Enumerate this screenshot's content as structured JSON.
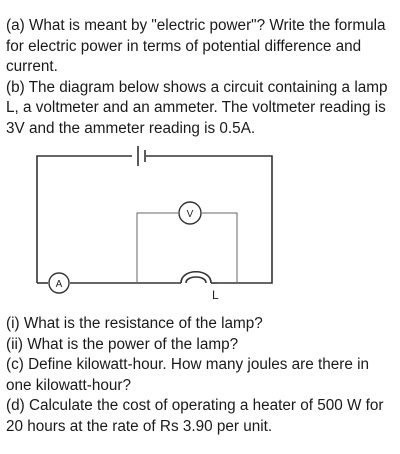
{
  "question": {
    "part_a": "(a) What is meant by \"electric power\"? Write the formula for electric power in terms of potential difference and current.",
    "part_b": "(b) The diagram below shows a circuit containing a lamp L, a voltmeter and an ammeter. The voltmeter reading is 3V and the ammeter reading is 0.5A.",
    "part_i": "(i) What is the resistance of the lamp?",
    "part_ii": "(ii) What is the power of the lamp?",
    "part_c": "(c) Define kilowatt-hour. How many joules are there in one kilowatt-hour?",
    "part_d": "(d) Calculate the cost of operating a heater of 500 W for 20 hours at the rate of Rs 3.90 per unit."
  },
  "diagram": {
    "ammeter_symbol": "A",
    "voltmeter_symbol": "V",
    "lamp_label": "L"
  }
}
